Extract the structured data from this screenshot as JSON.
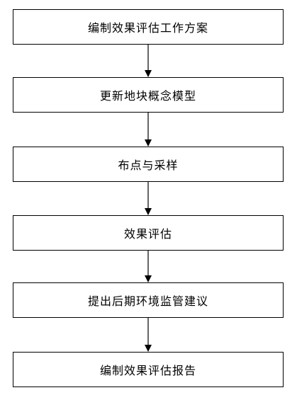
{
  "flow": {
    "steps": [
      "编制效果评估工作方案",
      "更新地块概念模型",
      "布点与采样",
      "效果评估",
      "提出后期环境监管建议",
      "编制效果评估报告"
    ]
  }
}
